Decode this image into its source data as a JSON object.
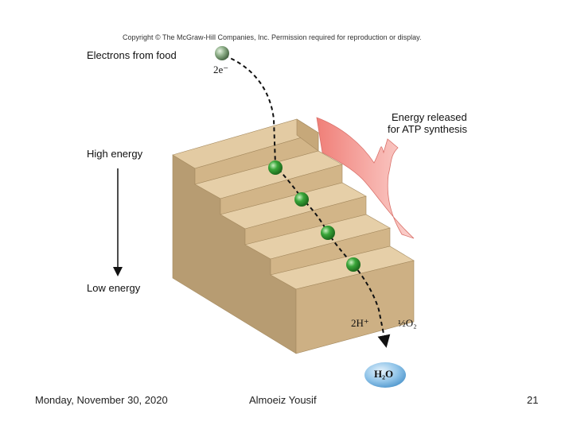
{
  "copyright": "Copyright © The McGraw-Hill Companies, Inc. Permission required for reproduction or display.",
  "labels": {
    "electrons_from_food": "Electrons from food",
    "two_e": "2e⁻",
    "high_energy": "High energy",
    "low_energy": "Low energy",
    "energy_released_line1": "Energy released",
    "energy_released_line2": "for ATP synthesis",
    "two_h_plus": "2H⁺",
    "half_o2": "½O₂",
    "water": "H₂O"
  },
  "footer": {
    "date": "Monday, November 30, 2020",
    "author": "Almoeiz Yousif",
    "page_number": "21"
  },
  "colors": {
    "electron_green": "#3aa63a",
    "energy_release_pink": "#f4a6a0",
    "water_blue": "#8fc3e8",
    "stair_wood": "#d7bd92"
  }
}
